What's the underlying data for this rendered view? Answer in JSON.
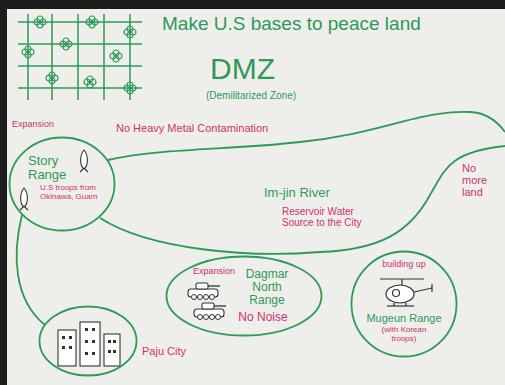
{
  "diagram": {
    "title": "Make U.S bases to peace land",
    "nodes": [
      {
        "text": [
          "Expansion",
          "Story Range",
          "U.S troops from Okinawa, Guam"
        ]
      },
      {
        "text": [
          "Expansion",
          "Dagmar North Range",
          "No Noise"
        ]
      },
      {
        "text": [
          "building up",
          "Mugeun Range",
          "(with Korean troops)"
        ]
      },
      {
        "text": [
          "Paju City"
        ]
      }
    ],
    "labels": [
      "DMZ",
      "(Demilitarized Zone)",
      "No Heavy Metal Contamination",
      "Im-jin River",
      "Reservoir Water Source to the City",
      "No more land"
    ]
  }
}
